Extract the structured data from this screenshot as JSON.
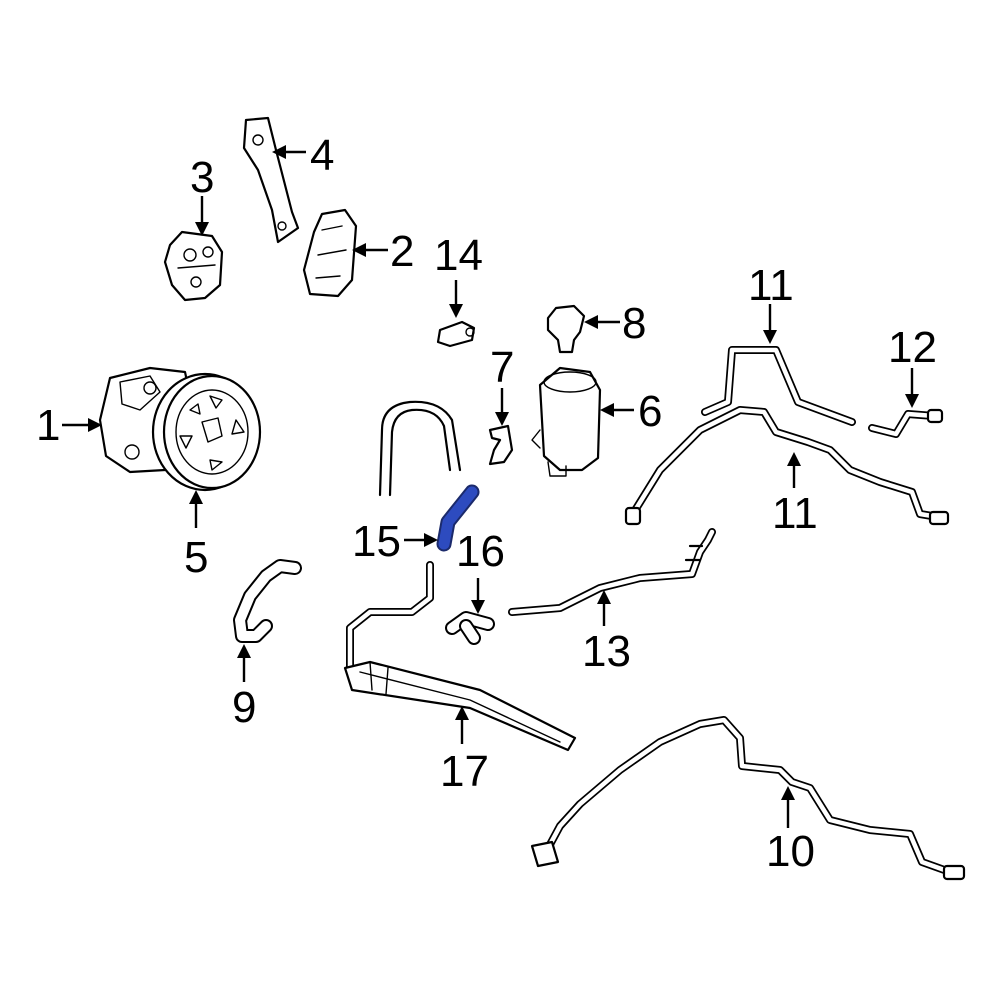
{
  "highlight_color": "#2d4bbf",
  "callouts": {
    "c1": "1",
    "c2": "2",
    "c3": "3",
    "c4": "4",
    "c5": "5",
    "c6": "6",
    "c7": "7",
    "c8": "8",
    "c9": "9",
    "c10": "10",
    "c11a": "11",
    "c11b": "11",
    "c12": "12",
    "c13": "13",
    "c14": "14",
    "c15": "15",
    "c16": "16",
    "c17": "17"
  }
}
